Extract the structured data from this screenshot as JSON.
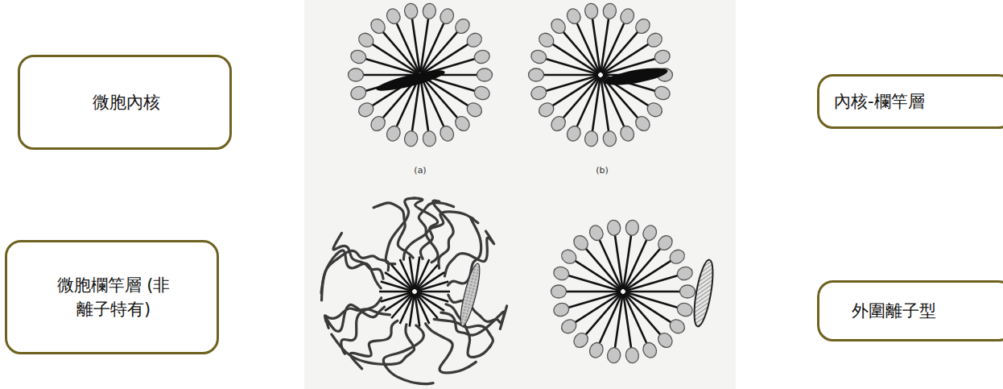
{
  "diagram": {
    "nodes": [
      {
        "text": [
          "微胞內核"
        ]
      },
      {
        "text": [
          "內核-欄竿層"
        ]
      },
      {
        "text": [
          "微胞欄竿層 (非離子特有)"
        ]
      },
      {
        "text": [
          "外圍離子型"
        ]
      }
    ],
    "labels": [
      "(a)",
      "(b)"
    ]
  }
}
